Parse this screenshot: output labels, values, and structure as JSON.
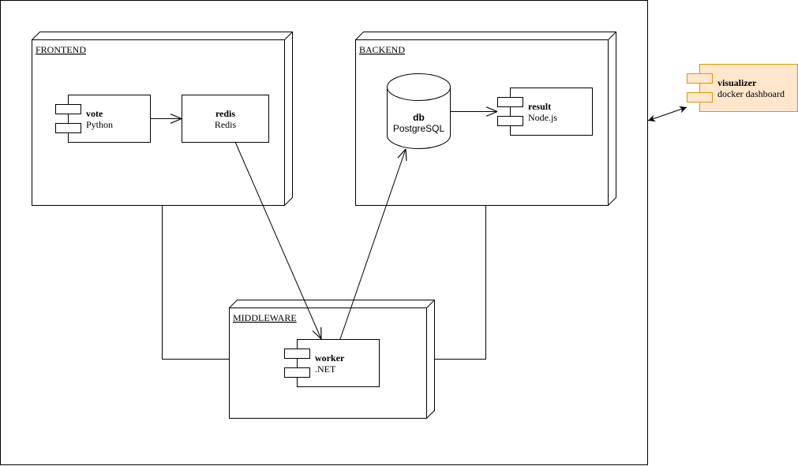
{
  "nodes": {
    "frontend": {
      "label": "FRONTEND"
    },
    "backend": {
      "label": "BACKEND"
    },
    "middleware": {
      "label": "MIDDLEWARE"
    }
  },
  "components": {
    "vote": {
      "name": "vote",
      "tech": "Python"
    },
    "redis": {
      "name": "redis",
      "tech": "Redis"
    },
    "db": {
      "name": "db",
      "tech": "PostgreSQL"
    },
    "result": {
      "name": "result",
      "tech": "Node.js"
    },
    "worker": {
      "name": "worker",
      "tech": ".NET"
    },
    "visualizer": {
      "name": "visualizer",
      "tech": "docker dashboard"
    }
  },
  "colors": {
    "visualizer_fill": "#ffe6cc",
    "visualizer_stroke": "#d79b00"
  }
}
